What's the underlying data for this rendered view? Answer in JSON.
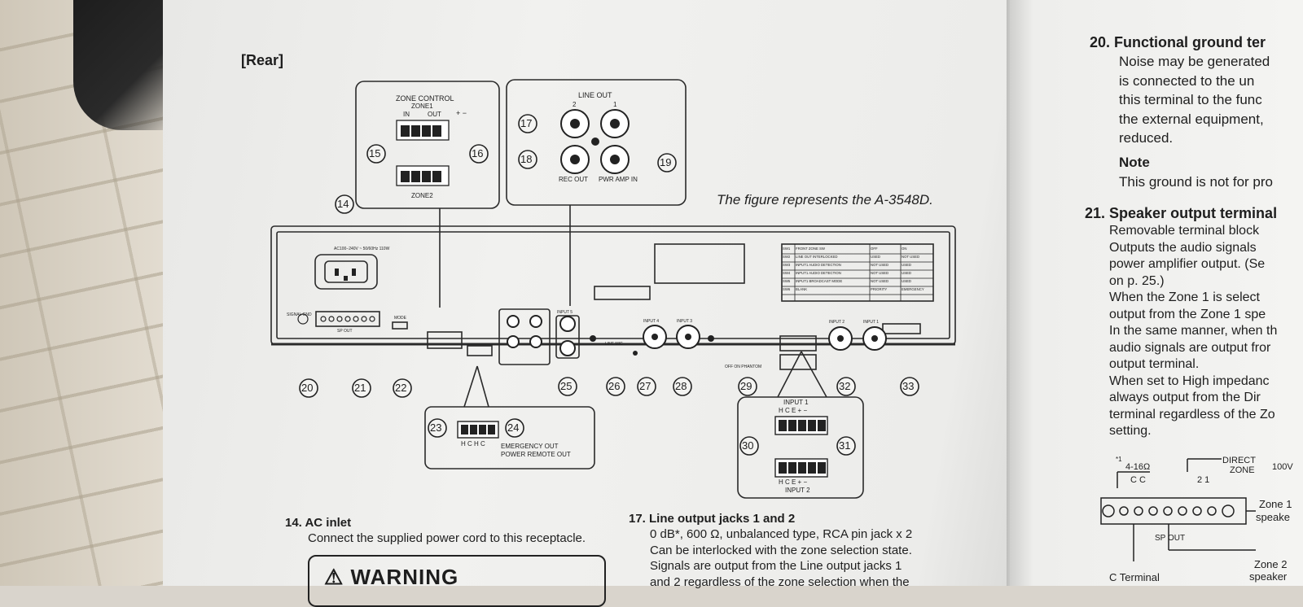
{
  "header": {
    "section_label": "[Rear]",
    "figure_caption": "The figure represents the A-3548D."
  },
  "zone_control": {
    "title": "ZONE CONTROL",
    "zone1": "ZONE1",
    "in": "IN",
    "out": "OUT",
    "zone2": "ZONE2",
    "polarity": "+ −"
  },
  "line_out": {
    "title": "LINE OUT",
    "ch2": "2",
    "ch1": "1",
    "rec_out": "REC OUT",
    "pwr_amp_in": "PWR AMP IN"
  },
  "callouts": [
    "14",
    "15",
    "16",
    "17",
    "18",
    "19",
    "20",
    "21",
    "22",
    "23",
    "24",
    "25",
    "26",
    "27",
    "28",
    "29",
    "30",
    "31",
    "32",
    "33"
  ],
  "emergency": {
    "hchc": "H C H C",
    "line1": "EMERGENCY OUT",
    "line2": "POWER REMOTE OUT"
  },
  "input1_box": {
    "title": "INPUT 1",
    "pins_top": "H C E + −",
    "pins_bottom": "H C E + −",
    "title2": "INPUT 2"
  },
  "panel_labels": {
    "ac": "AC100−240V ~ 50/60Hz 110W",
    "sp_out": "SP OUT",
    "signal_gnd": "SIGNAL GND",
    "mode": "MODE",
    "input4": "INPUT 4",
    "input3": "INPUT 3",
    "input2": "INPUT 2",
    "input1": "INPUT 1",
    "line_mic": "LINE MIC",
    "off_on_phantom": "OFF ON PHANTOM",
    "input5": "INPUT 5",
    "sw_rows": [
      [
        "SW1",
        "FRONT ZONE SW",
        "OFF",
        "ON"
      ],
      [
        "SW2",
        "LINE OUT INTERLOCKED",
        "USED",
        "NOT USED"
      ],
      [
        "SW3",
        "INPUT1 AUDIO DETECTION",
        "NOT USED",
        "USED"
      ],
      [
        "SW4",
        "INPUT1 AUDIO DETECTION",
        "NOT USED",
        "USED"
      ],
      [
        "SW5",
        "INPUT1 BROADCAST MODE",
        "NOT USED",
        "USED"
      ],
      [
        "SW6",
        "BLANK",
        "PRIORITY",
        "EMERGENCY"
      ]
    ]
  },
  "section14": {
    "heading": "14. AC inlet",
    "body": "Connect the supplied power cord to this receptacle.",
    "warning": "WARNING"
  },
  "section17": {
    "heading": "17. Line output jacks 1 and 2",
    "lines": [
      "0 dB*, 600 Ω, unbalanced type, RCA pin jack x 2",
      "Can be interlocked with the zone selection state.",
      "Signals are output from the Line output jacks 1",
      "and 2 regardless of the zone selection when the"
    ]
  },
  "right_page": {
    "section20": {
      "heading": "20. Functional ground ter",
      "lines": [
        "Noise may be generated",
        "is connected to the un",
        "this terminal to the func",
        "the external equipment,",
        "reduced."
      ],
      "note_label": "Note",
      "note": "This ground is not for pro"
    },
    "section21": {
      "heading": "21. Speaker output terminal",
      "lines": [
        "Removable terminal block",
        "Outputs the audio signals",
        "power amplifier output. (Se",
        "on p. 25.)",
        "When the Zone 1 is select",
        "output from the Zone 1 spe",
        "In the same manner, when th",
        "audio signals are output fror",
        "output terminal.",
        "When set to High impedanc",
        "always output from the Dir",
        "terminal regardless of the Zo",
        "setting."
      ]
    },
    "diagram": {
      "note_mark": "*1",
      "ohm": "4-16Ω",
      "direct": "DIRECT",
      "zone": "ZONE",
      "v100": "100V",
      "cc": "C  C",
      "nums": "2  1",
      "sp_out": "SP OUT",
      "zone1": "Zone 1",
      "zone1b": "speake",
      "zone2": "Zone 2",
      "zone2b": "speaker",
      "c_terminal": "C Terminal"
    }
  }
}
